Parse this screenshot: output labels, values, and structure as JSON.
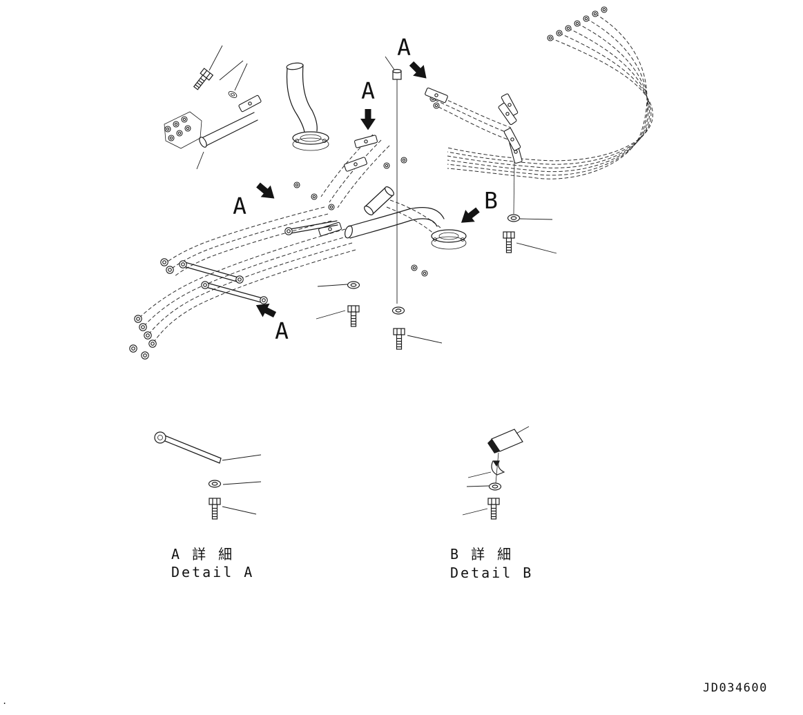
{
  "page": {
    "paper_color": "#ffffff",
    "ink_color": "#1b1b1b",
    "corner_mark": "."
  },
  "callouts": [
    {
      "id": "callout-a-top",
      "label": "A"
    },
    {
      "id": "callout-a-upper-middle",
      "label": "A"
    },
    {
      "id": "callout-a-left",
      "label": "A"
    },
    {
      "id": "callout-a-bottom",
      "label": "A"
    },
    {
      "id": "callout-b",
      "label": "B"
    }
  ],
  "details": {
    "a": {
      "title_ja": "A 詳 細",
      "title_en": "Detail A"
    },
    "b": {
      "title_ja": "B 詳 細",
      "title_en": "Detail B"
    }
  },
  "drawing_number": "JD034600"
}
